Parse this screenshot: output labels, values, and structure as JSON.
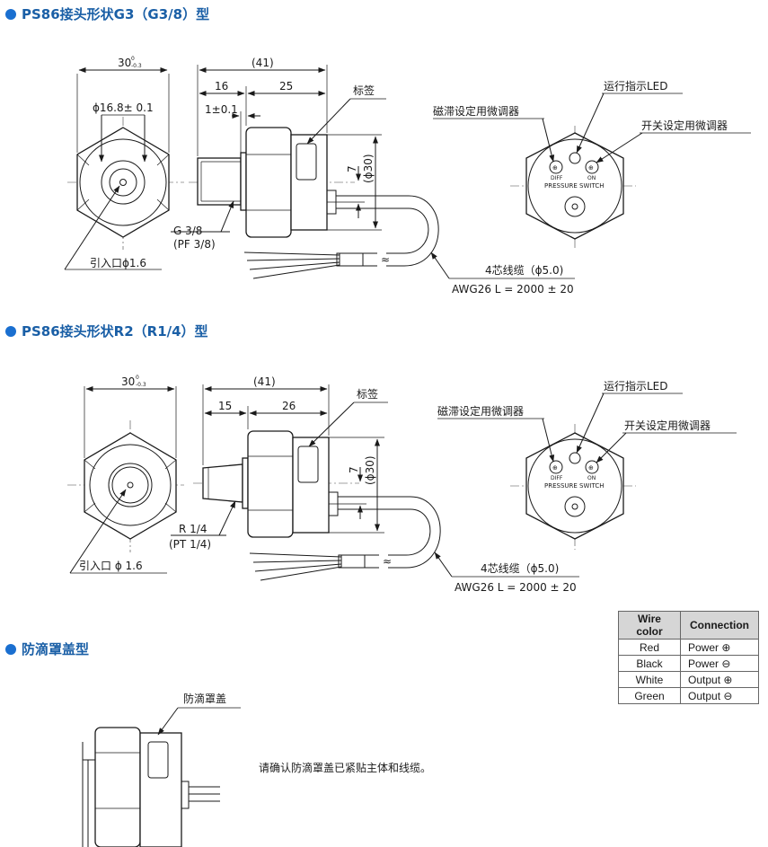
{
  "sections": [
    {
      "title": "PS86接头形状G3（G3/8）型"
    },
    {
      "title": "PS86接头形状R2（R1/4）型"
    },
    {
      "title": "防滴罩盖型"
    }
  ],
  "dim1": {
    "width": "30",
    "tol_upper": "0",
    "tol_lower": "-0.3",
    "hex_diameter": "ϕ16.8±  0.1",
    "overall": "(41)",
    "a": "16",
    "b": "25",
    "c": "1±0.1",
    "seven": "7",
    "phi30": "(ϕ30)",
    "thread": "G 3/8",
    "thread_alt": "(PF 3/8)",
    "port": "引入口ϕ1.6",
    "label": "标签",
    "cable": "4芯线缆（ϕ5.0)",
    "cable_len": "AWG26  L = 2000 ± 20"
  },
  "dim2": {
    "width": "30",
    "tol_upper": "0",
    "tol_lower": "-0.3",
    "overall": "(41)",
    "a": "15",
    "b": "26",
    "seven": "7",
    "phi30": "(ϕ30)",
    "thread": "R 1/4",
    "thread_alt": "(PT 1/4)",
    "port": "引入口  ϕ 1.6",
    "label": "标签",
    "cable": "4芯线缆（ϕ5.0)",
    "cable_len": "AWG26   L = 2000 ± 20"
  },
  "face": {
    "hyst": "磁滞设定用微调器",
    "led": "运行指示LED",
    "switch": "开关设定用微调器",
    "diff": "DIFF",
    "on": "ON",
    "brand": "PRESSURE SWITCH"
  },
  "drip": {
    "label": "防滴罩盖",
    "note": "请确认防滴罩盖已紧贴主体和线缆。"
  },
  "wire_table": {
    "headers": [
      "Wire color",
      "Connection"
    ],
    "rows": [
      {
        "color": "Red",
        "conn": "Power ⊕"
      },
      {
        "color": "Black",
        "conn": "Power ⊖"
      },
      {
        "color": "White",
        "conn": "Output ⊕"
      },
      {
        "color": "Green",
        "conn": "Output ⊖"
      }
    ]
  }
}
